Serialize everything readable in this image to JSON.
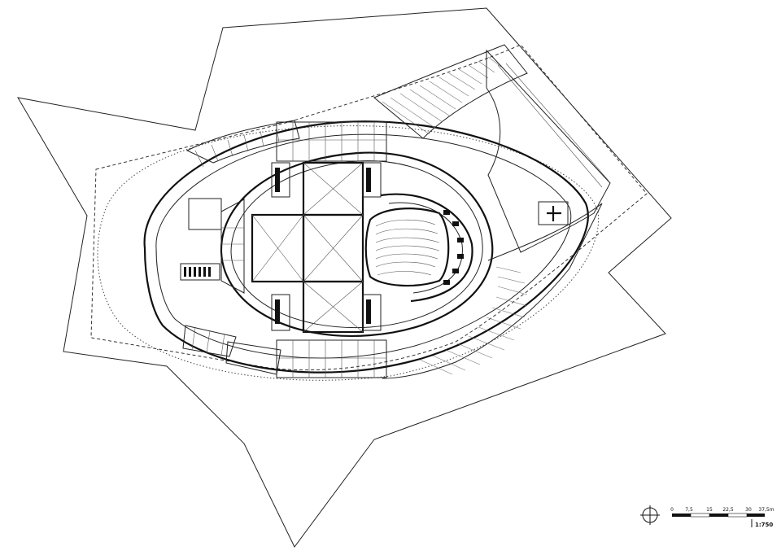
{
  "scale_bar": {
    "ticks": [
      "0",
      "7,5",
      "15",
      "22,5",
      "30",
      "37,5m"
    ],
    "ratio": "1:750"
  },
  "icons": {
    "north": "north-arrow-icon"
  }
}
